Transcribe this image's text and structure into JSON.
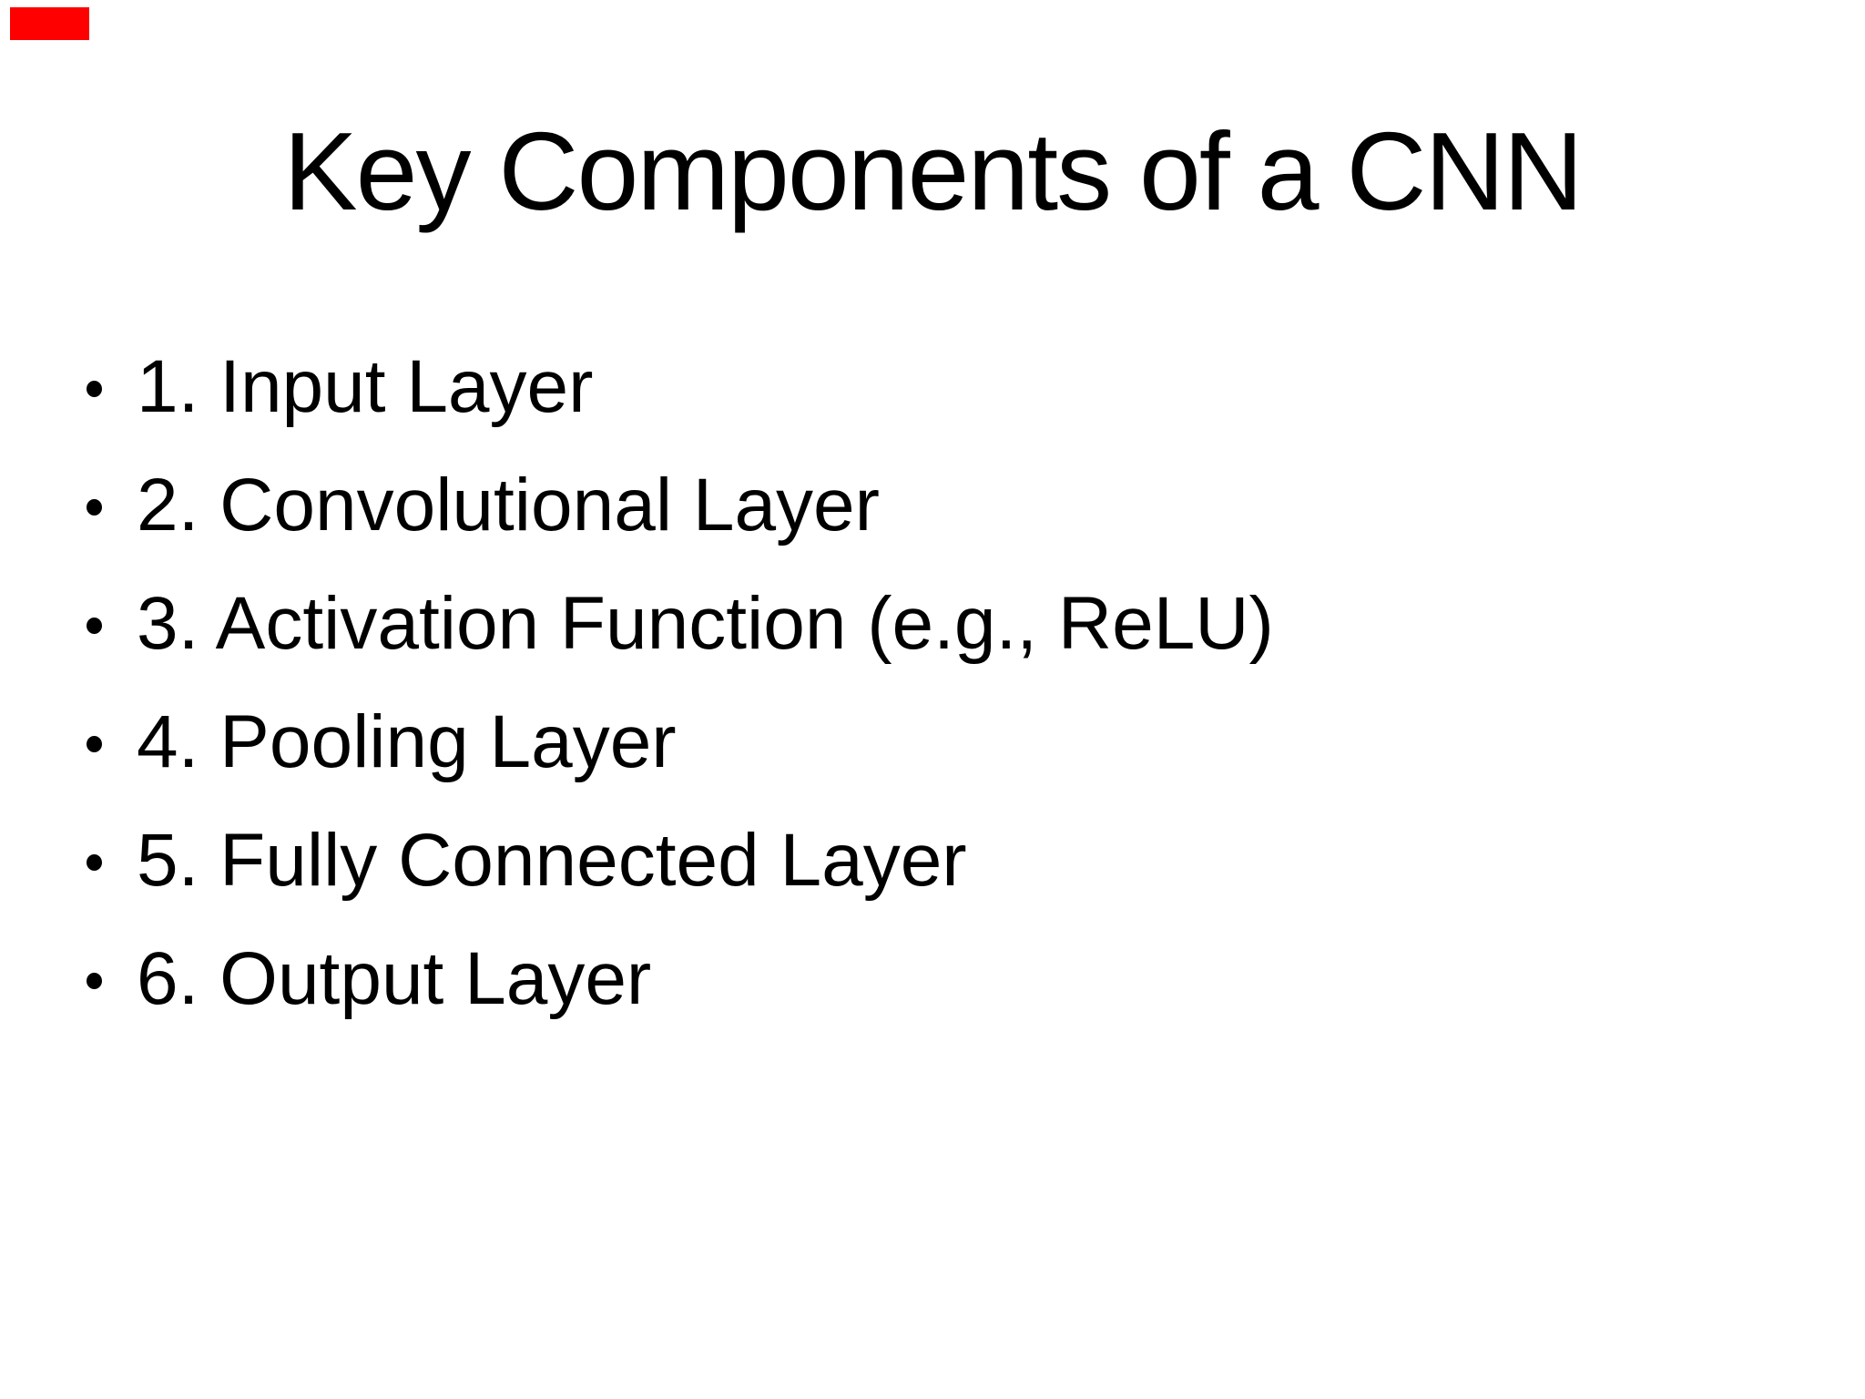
{
  "slide": {
    "title": "Key Components of a CNN",
    "bullets": [
      "1. Input Layer",
      "2. Convolutional Layer",
      "3. Activation Function (e.g., ReLU)",
      "4. Pooling Layer",
      "5. Fully Connected Layer",
      "6. Output Layer"
    ],
    "colors": {
      "background": "#ffffff",
      "text": "#000000",
      "recording_indicator": "#ff0000"
    }
  }
}
